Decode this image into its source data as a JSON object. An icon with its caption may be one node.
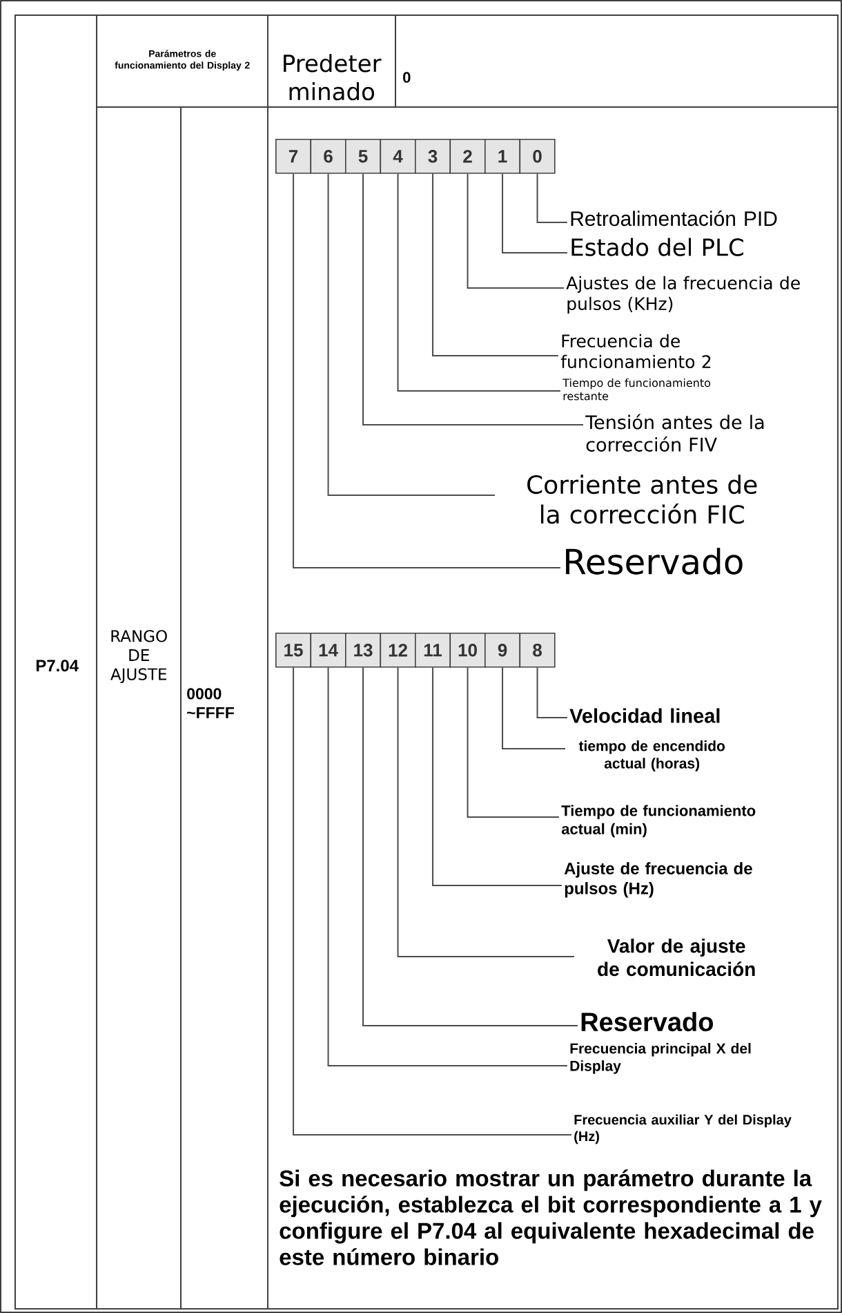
{
  "diagram": {
    "nodes": [
      {
        "text": [
          "7"
        ]
      },
      {
        "text": [
          "6"
        ]
      },
      {
        "text": [
          "5"
        ]
      },
      {
        "text": [
          "4"
        ]
      },
      {
        "text": [
          "3"
        ]
      },
      {
        "text": [
          "2"
        ]
      },
      {
        "text": [
          "1"
        ]
      },
      {
        "text": [
          "0"
        ]
      },
      {
        "text": [
          "Retroalimentación PID"
        ]
      },
      {
        "text": [
          "Estado del PLC"
        ]
      },
      {
        "text": [
          "Ajustes de la frecuencia de pulsos (KHz)"
        ]
      },
      {
        "text": [
          "Frecuencia de funcionamiento 2"
        ]
      },
      {
        "text": [
          "Tiempo de funcionamiento restante"
        ]
      },
      {
        "text": [
          "Tensión antes de la corrección FIV"
        ]
      },
      {
        "text": [
          "Corriente antes de la corrección FIC"
        ]
      },
      {
        "text": [
          "Reservado"
        ]
      },
      {
        "text": [
          "15"
        ]
      },
      {
        "text": [
          "14"
        ]
      },
      {
        "text": [
          "13"
        ]
      },
      {
        "text": [
          "12"
        ]
      },
      {
        "text": [
          "11"
        ]
      },
      {
        "text": [
          "10"
        ]
      },
      {
        "text": [
          "9"
        ]
      },
      {
        "text": [
          "8"
        ]
      },
      {
        "text": [
          "Velocidad lineal"
        ]
      },
      {
        "text": [
          "tiempo de encendido actual (horas)"
        ]
      },
      {
        "text": [
          "Tiempo de funcionamiento actual (min)"
        ]
      },
      {
        "text": [
          "Ajuste de frecuencia de pulsos (Hz)"
        ]
      },
      {
        "text": [
          "Valor de ajuste de comunicación"
        ]
      },
      {
        "text": [
          "Reservado"
        ]
      },
      {
        "text": [
          "Frecuencia principal X del Display"
        ]
      },
      {
        "text": [
          "Frecuencia auxiliar Y del Display (Hz)"
        ]
      }
    ],
    "edges": [
      {
        "from": 8,
        "to": 7,
        "arrow": "none"
      },
      {
        "from": 9,
        "to": 6,
        "arrow": "none"
      },
      {
        "from": 10,
        "to": 5,
        "arrow": "none"
      },
      {
        "from": 11,
        "to": 4,
        "arrow": "none"
      },
      {
        "from": 12,
        "to": 3,
        "arrow": "none"
      },
      {
        "from": 13,
        "to": 2,
        "arrow": "none"
      },
      {
        "from": 14,
        "to": 1,
        "arrow": "none"
      },
      {
        "from": 15,
        "to": 0,
        "arrow": "none"
      },
      {
        "from": 24,
        "to": 23,
        "arrow": "none"
      },
      {
        "from": 25,
        "to": 22,
        "arrow": "none"
      },
      {
        "from": 26,
        "to": 21,
        "arrow": "none"
      },
      {
        "from": 27,
        "to": 20,
        "arrow": "none"
      },
      {
        "from": 28,
        "to": 19,
        "arrow": "none"
      },
      {
        "from": 29,
        "to": 18,
        "arrow": "none"
      },
      {
        "from": 30,
        "to": 17,
        "arrow": "none"
      },
      {
        "from": 31,
        "to": 16,
        "arrow": "none"
      }
    ],
    "labels": [
      "Parámetros de funcionamiento del Display 2",
      "Predeter minado",
      "0",
      "P7.04",
      "RANGO DE AJUSTE",
      "0000 ~FFFF",
      "Si es necesario mostrar un parámetro durante la ejecución, establezca el bit correspondiente a 1 y configure el P7.04 al equivalente hexadecimal de este número binario"
    ]
  }
}
